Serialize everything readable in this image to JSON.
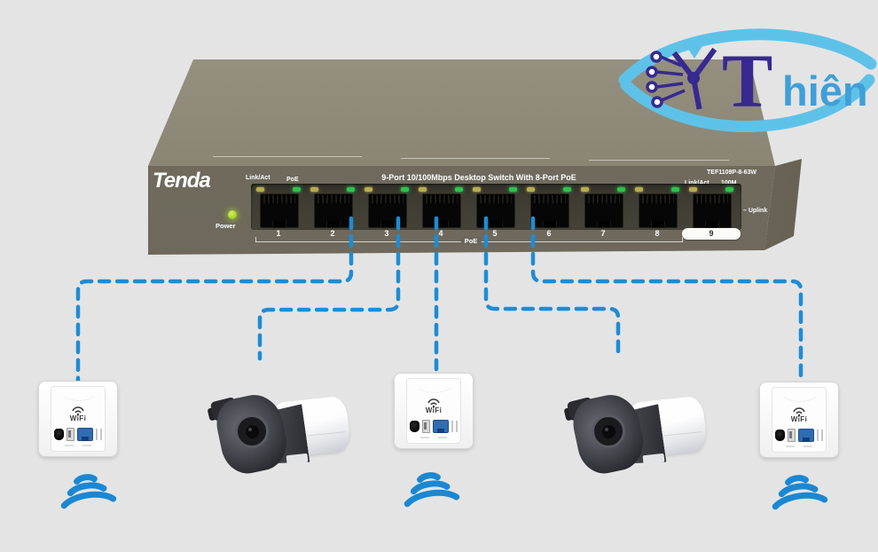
{
  "page": {
    "background": "#e4e4e4"
  },
  "colors": {
    "connection_dash_blue": "#1e8cd4",
    "wifi_signal_blue": "#1b87d2",
    "switch_top_face": "#87826f",
    "switch_front_panel": "#6f6a5c",
    "port_led_green": "#2ec14e",
    "port_led_amber": "#b6ad52",
    "power_led_green": "#a6d42b",
    "logo_eye_blue": "#5ec2e8",
    "logo_circuit_indigo": "#37298f",
    "logo_text_blue": "#3f9fd8",
    "ap_ethernet_port_blue": "#2f6cb2"
  },
  "switch": {
    "brand": "Tenda",
    "model": "TEF1109P-8-63W",
    "panel_title": "9-Port 10/100Mbps Desktop Switch With 8-Port PoE",
    "led_legend_link": "Link/Act",
    "led_legend_poe": "PoE",
    "uplink_legend_link": "Link/Act",
    "uplink_legend_speed": "100M",
    "power_label": "Power",
    "uplink_label": "– Uplink",
    "poe_group_label": "PoE",
    "port_numbers": [
      "1",
      "2",
      "3",
      "4",
      "5",
      "6",
      "7",
      "8",
      "9"
    ]
  },
  "logo": {
    "stylized_initial": "T",
    "text_suffix": "hiên"
  },
  "devices": {
    "wifi_ap_label": "WiFi"
  }
}
